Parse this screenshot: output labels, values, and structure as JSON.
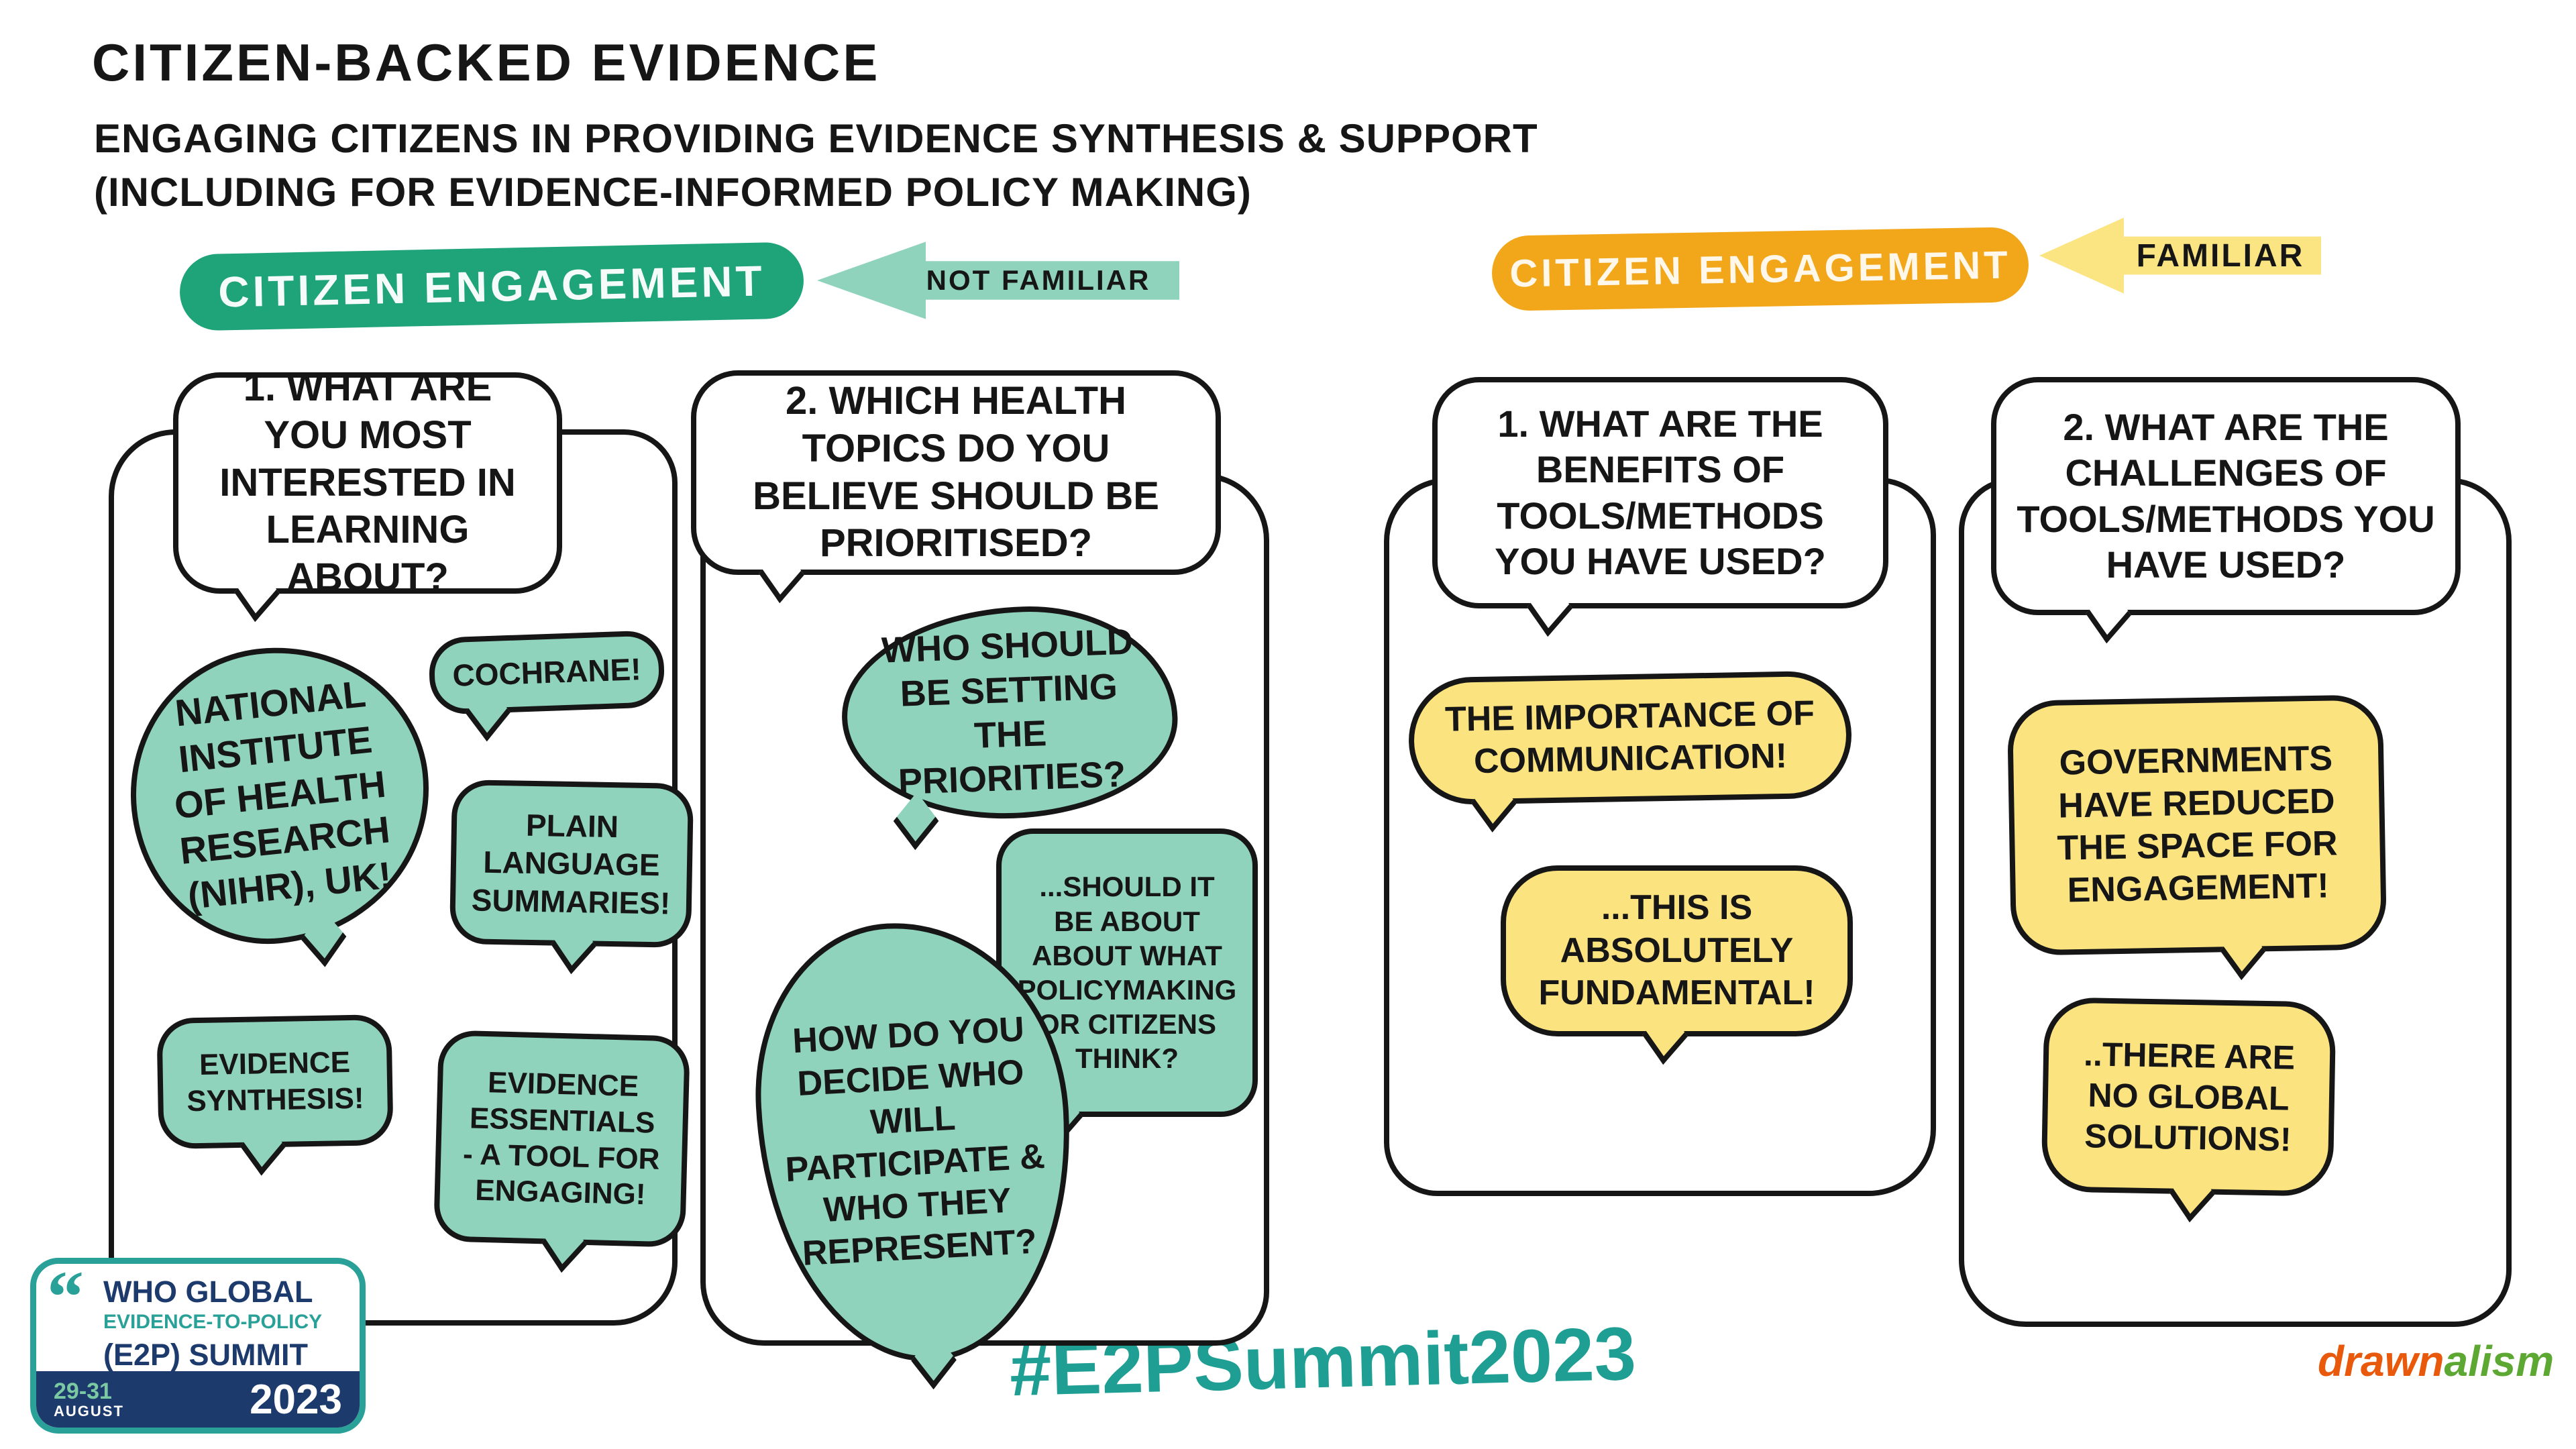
{
  "header": {
    "title": "CITIZEN-BACKED EVIDENCE",
    "subtitle1": "ENGAGING CITIZENS IN PROVIDING EVIDENCE SYNTHESIS & SUPPORT",
    "subtitle2": "(INCLUDING FOR EVIDENCE-INFORMED POLICY MAKING)"
  },
  "left_section": {
    "banner_label": "CITIZEN ENGAGEMENT",
    "arrow_label": "NOT FAMILIAR",
    "columns": [
      {
        "question": "1. WHAT ARE YOU MOST INTERESTED IN LEARNING ABOUT?",
        "bubbles": [
          "NATIONAL INSTITUTE OF HEALTH RESEARCH (NIHR), UK!",
          "COCHRANE!",
          "PLAIN LANGUAGE SUMMARIES!",
          "EVIDENCE SYNTHESIS!",
          "EVIDENCE ESSENTIALS - A TOOL FOR ENGAGING!"
        ]
      },
      {
        "question": "2. WHICH HEALTH TOPICS DO YOU BELIEVE SHOULD BE PRIORITISED?",
        "bubbles": [
          "WHO SHOULD BE SETTING THE PRIORITIES?",
          "...SHOULD IT BE ABOUT ABOUT WHAT POLICYMAKING OR CITIZENS THINK?",
          "HOW DO YOU DECIDE WHO WILL PARTICIPATE & WHO THEY REPRESENT?"
        ]
      }
    ]
  },
  "right_section": {
    "banner_label": "CITIZEN ENGAGEMENT",
    "arrow_label": "FAMILIAR",
    "columns": [
      {
        "question": "1. WHAT ARE THE BENEFITS OF TOOLS/METHODS YOU HAVE USED?",
        "bubbles": [
          "THE IMPORTANCE OF COMMUNICATION!",
          "...THIS IS ABSOLUTELY FUNDAMENTAL!"
        ]
      },
      {
        "question": "2. WHAT ARE THE CHALLENGES OF TOOLS/METHODS YOU HAVE USED?",
        "bubbles": [
          "GOVERNMENTS HAVE REDUCED THE SPACE FOR ENGAGEMENT!",
          "..THERE ARE NO GLOBAL SOLUTIONS!"
        ]
      }
    ]
  },
  "footer": {
    "badge": {
      "quote_glyph": "“",
      "line1": "WHO GLOBAL",
      "line2": "EVIDENCE-TO-POLICY",
      "line3": "(E2P) SUMMIT",
      "dates": "29-31",
      "month": "AUGUST",
      "year": "2023"
    },
    "hashtag": "#E2PSummit2023",
    "credit_part1": "drawn",
    "credit_part2": "alism"
  },
  "colors": {
    "ink": "#161616",
    "teal_banner": "#1FA379",
    "teal_bubble": "#8FD3BC",
    "orange_banner": "#F2A71B",
    "yellow_arrow": "#FBE583",
    "yellow_bubble": "#FBE380",
    "hashtag_teal": "#1F9E93",
    "navy": "#1D3A6D",
    "badge_teal": "#2AA198",
    "credit_orange": "#E8590C",
    "credit_green": "#5CA832"
  }
}
